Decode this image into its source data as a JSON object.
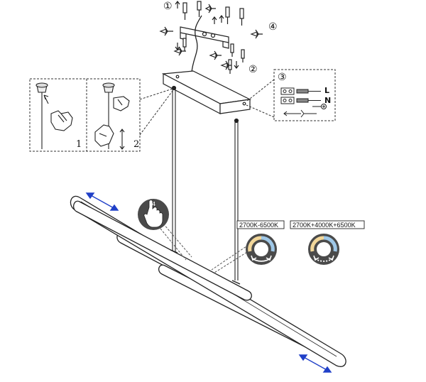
{
  "callouts": {
    "c1": "①",
    "c2": "②",
    "c3": "③",
    "c4": "④"
  },
  "inset_left": {
    "step1": "1",
    "step2": "2"
  },
  "wiring": {
    "live": "L",
    "neutral": "N"
  },
  "modes": {
    "cct_label": "2700K-6500K",
    "three_color_label": "2700K+4000K+6500K"
  },
  "touch_icon": {
    "digit": "4"
  },
  "colors": {
    "line": "#222222",
    "arrow_blue": "#2040c8",
    "icon_bg": "#4a4a4a",
    "warm": "#f2d79a",
    "cool": "#9fc8e8"
  },
  "icons": [
    "hand-icon",
    "touch-icon",
    "cct-dial-icon",
    "three-color-dial-icon",
    "ground-icon",
    "screw-icon",
    "wire-connector-icon"
  ]
}
